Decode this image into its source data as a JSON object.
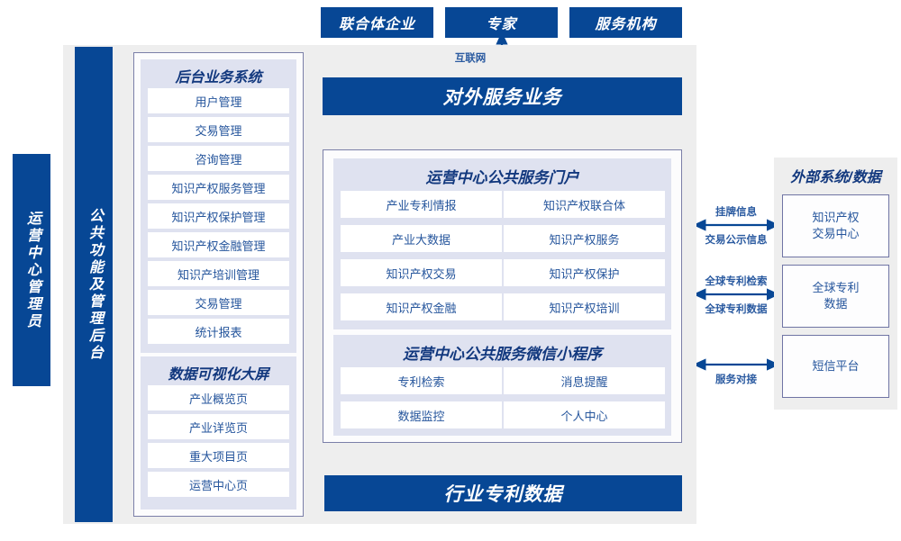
{
  "colors": {
    "brand_blue": "#074795",
    "panel_gray": "#eeeeee",
    "lavender": "#dfe2f0",
    "text_blue": "#25559c",
    "border_violet": "#7b7fa8"
  },
  "top_actors": [
    {
      "label": "联合体企业"
    },
    {
      "label": "专家"
    },
    {
      "label": "服务机构"
    }
  ],
  "internet_label": "互联网",
  "external_service_bar": {
    "label": "对外服务业务"
  },
  "left_roles": {
    "admin": {
      "label": "运营中心管理员"
    },
    "common_backend": {
      "label": "公共功能及管理后台"
    }
  },
  "backend_system": {
    "title": "后台业务系统",
    "items": [
      "用户管理",
      "交易管理",
      "咨询管理",
      "知识产权服务管理",
      "知识产权保护管理",
      "知识产权金融管理",
      "知识产培训管理",
      "交易管理",
      "统计报表"
    ]
  },
  "data_visual": {
    "title": "数据可视化大屏",
    "items": [
      "产业概览页",
      "产业详览页",
      "重大项目页",
      "运营中心页"
    ]
  },
  "public_portal": {
    "title": "运营中心公共服务门户",
    "items": [
      "产业专利情报",
      "知识产权联合体",
      "产业大数据",
      "知识产权服务",
      "知识产权交易",
      "知识产权保护",
      "知识产权金融",
      "知识产权培训"
    ]
  },
  "mini_program": {
    "title": "运营中心公共服务微信小程序",
    "items": [
      "专利检索",
      "消息提醒",
      "数据监控",
      "个人中心"
    ]
  },
  "industry_data_bar": {
    "label": "行业专利数据"
  },
  "external_panel": {
    "title": "外部系统/数据",
    "systems": [
      {
        "label": "知识产权\n交易中心"
      },
      {
        "label": "全球专利\n数据"
      },
      {
        "label": "短信平台"
      }
    ],
    "connectors": [
      {
        "above": "挂牌信息",
        "below": "交易公示信息"
      },
      {
        "above": "全球专利检索",
        "below": "全球专利数据"
      },
      {
        "above": "",
        "below": "服务对接"
      }
    ]
  }
}
